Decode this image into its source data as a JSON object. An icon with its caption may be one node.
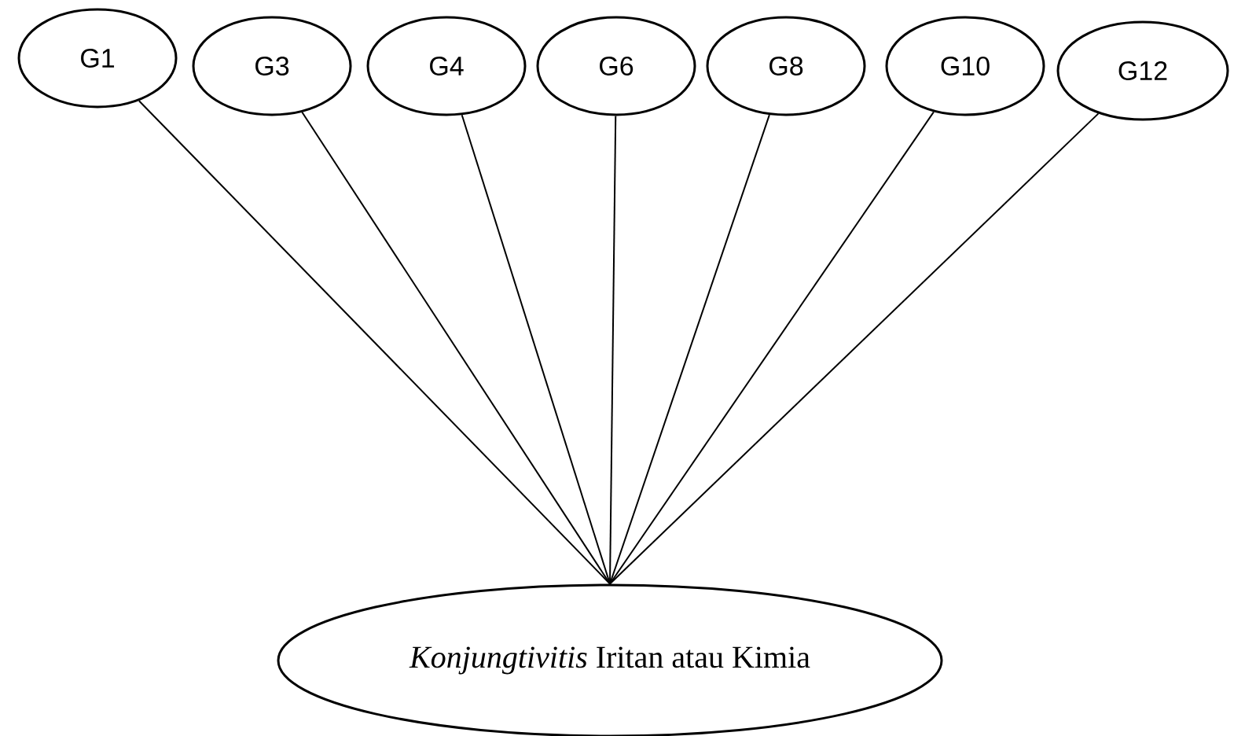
{
  "diagram": {
    "nodes": [
      {
        "text": [
          "G1"
        ]
      },
      {
        "text": [
          "G3"
        ]
      },
      {
        "text": [
          "G4"
        ]
      },
      {
        "text": [
          "G6"
        ]
      },
      {
        "text": [
          "G8"
        ]
      },
      {
        "text": [
          "G10"
        ]
      },
      {
        "text": [
          "G12"
        ]
      },
      {
        "text": [
          "*Konjungtivitis* Iritan atau Kimia"
        ]
      }
    ],
    "edges": [
      {
        "from": 0,
        "to": 7,
        "arrow": "none"
      },
      {
        "from": 1,
        "to": 7,
        "arrow": "none"
      },
      {
        "from": 2,
        "to": 7,
        "arrow": "none"
      },
      {
        "from": 3,
        "to": 7,
        "arrow": "none"
      },
      {
        "from": 4,
        "to": 7,
        "arrow": "none"
      },
      {
        "from": 5,
        "to": 7,
        "arrow": "none"
      },
      {
        "from": 6,
        "to": 7,
        "arrow": "none"
      }
    ]
  }
}
